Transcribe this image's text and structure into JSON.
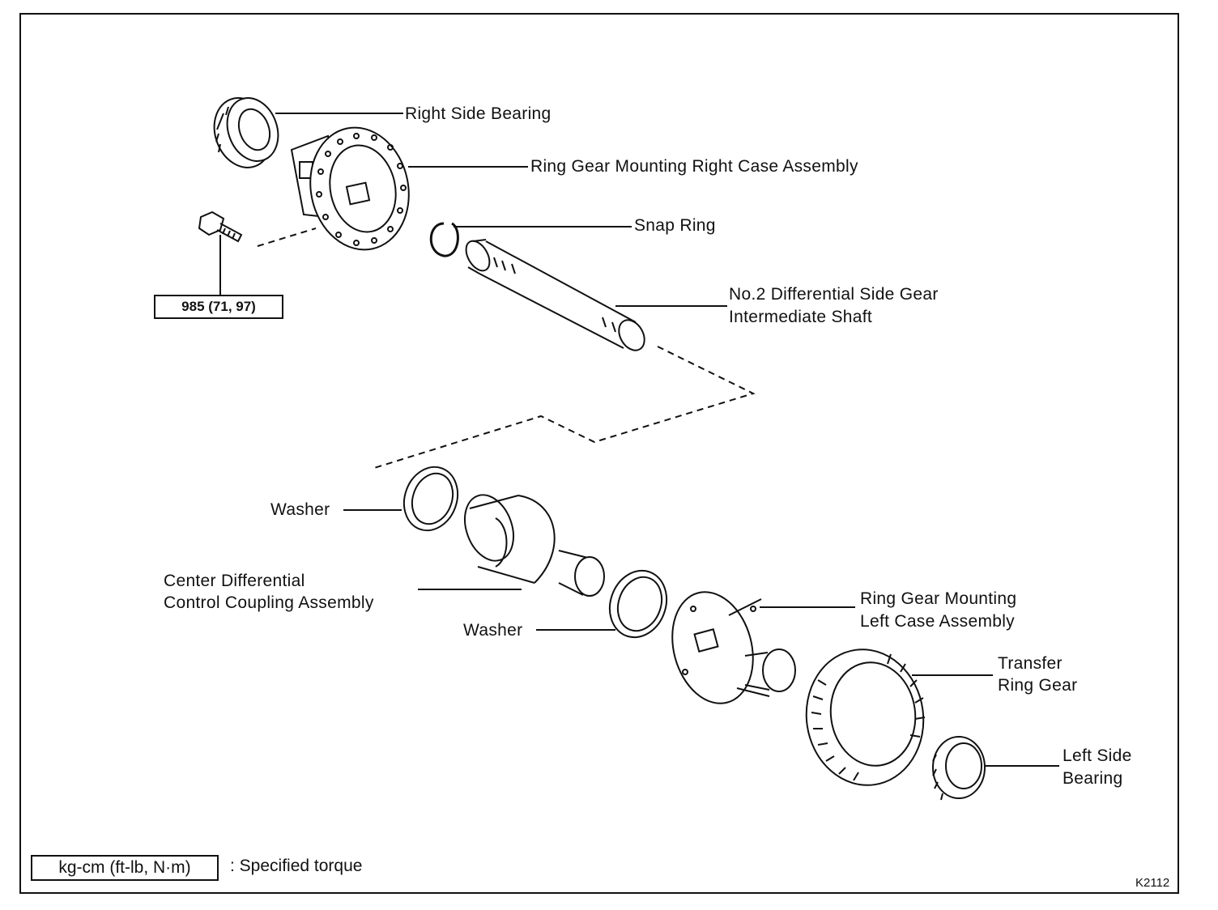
{
  "labels": {
    "right_side_bearing": "Right Side Bearing",
    "right_case": "Ring Gear Mounting Right Case Assembly",
    "snap_ring": "Snap Ring",
    "shaft_line1": "No.2 Differential Side Gear",
    "shaft_line2": "Intermediate Shaft",
    "washer_top": "Washer",
    "coupling_line1": "Center Differential",
    "coupling_line2": "Control Coupling Assembly",
    "washer_bottom": "Washer",
    "left_case_line1": "Ring Gear Mounting",
    "left_case_line2": "Left Case Assembly",
    "ring_gear_line1": "Transfer",
    "ring_gear_line2": "Ring Gear",
    "left_bearing_line1": "Left Side",
    "left_bearing_line2": "Bearing"
  },
  "torque": {
    "value": "985 (71, 97)"
  },
  "legend": {
    "unit": "kg-cm (ft-lb, N·m)",
    "text": ":  Specified torque"
  },
  "figure_code": "K2112"
}
